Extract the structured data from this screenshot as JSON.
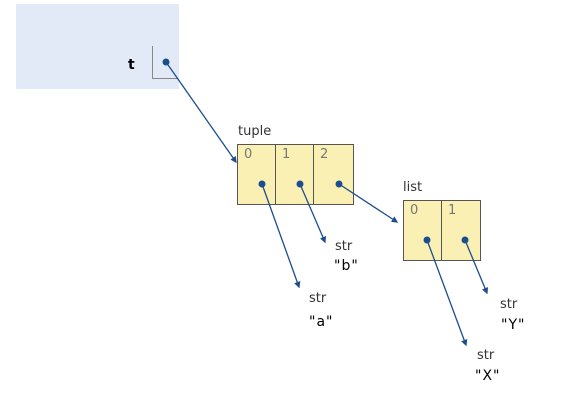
{
  "frame": {
    "variable": "t"
  },
  "tuple": {
    "type_label": "tuple",
    "indices": [
      "0",
      "1",
      "2"
    ]
  },
  "list": {
    "type_label": "list",
    "indices": [
      "0",
      "1"
    ]
  },
  "strings": [
    {
      "type_label": "str",
      "value": "\"a\""
    },
    {
      "type_label": "str",
      "value": "\"b\""
    },
    {
      "type_label": "str",
      "value": "\"X\""
    },
    {
      "type_label": "str",
      "value": "\"Y\""
    }
  ],
  "colors": {
    "frame_bg": "#e3eaf7",
    "heap_bg": "#faf0b4",
    "arrow": "#1c4e8f"
  }
}
